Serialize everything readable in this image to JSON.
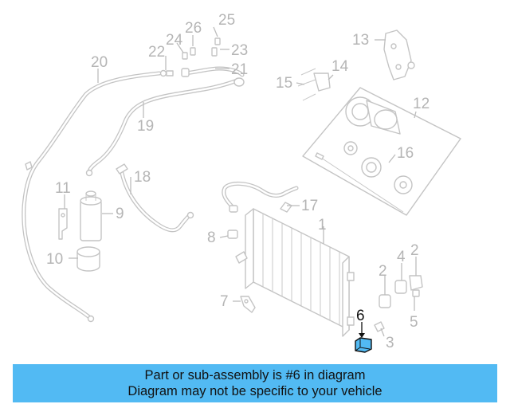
{
  "callouts": {
    "c1": "1",
    "c2a": "2",
    "c2b": "2",
    "c3": "3",
    "c4": "4",
    "c5": "5",
    "c6": "6",
    "c7": "7",
    "c8": "8",
    "c9": "9",
    "c10": "10",
    "c11": "11",
    "c12": "12",
    "c13": "13",
    "c14": "14",
    "c15": "15",
    "c16": "16",
    "c17": "17",
    "c18": "18",
    "c19": "19",
    "c20": "20",
    "c21": "21",
    "c22": "22",
    "c23": "23",
    "c24": "24",
    "c25": "25",
    "c26": "26"
  },
  "highlight": {
    "part_number": "6",
    "color": "#52baf3"
  },
  "banner": {
    "line1": "Part or sub-assembly is #6 in diagram",
    "line2": "Diagram may not be specific to your vehicle",
    "background": "#52baf3"
  }
}
